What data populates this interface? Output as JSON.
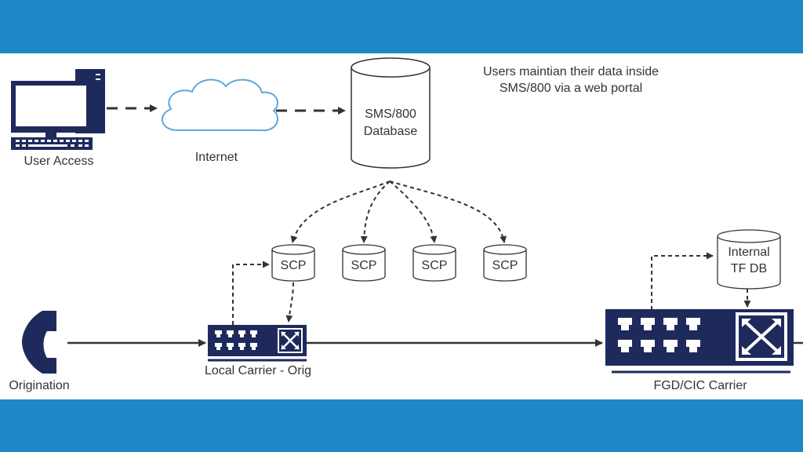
{
  "labels": {
    "user_access": "User Access",
    "internet": "Internet",
    "database_line1": "SMS/800",
    "database_line2": "Database",
    "note_line1": "Users maintian their data inside",
    "note_line2": "SMS/800 via a web portal",
    "scp": "SCP",
    "internal_db_line1": "Internal",
    "internal_db_line2": "TF DB",
    "origination": "Origination",
    "local_carrier": "Local Carrier - Orig",
    "fgd_carrier": "FGD/CIC Carrier"
  },
  "colors": {
    "band": "#1e88c7",
    "navy": "#1f2a5c",
    "cloud_stroke": "#5fa8d8",
    "text": "#333333"
  }
}
